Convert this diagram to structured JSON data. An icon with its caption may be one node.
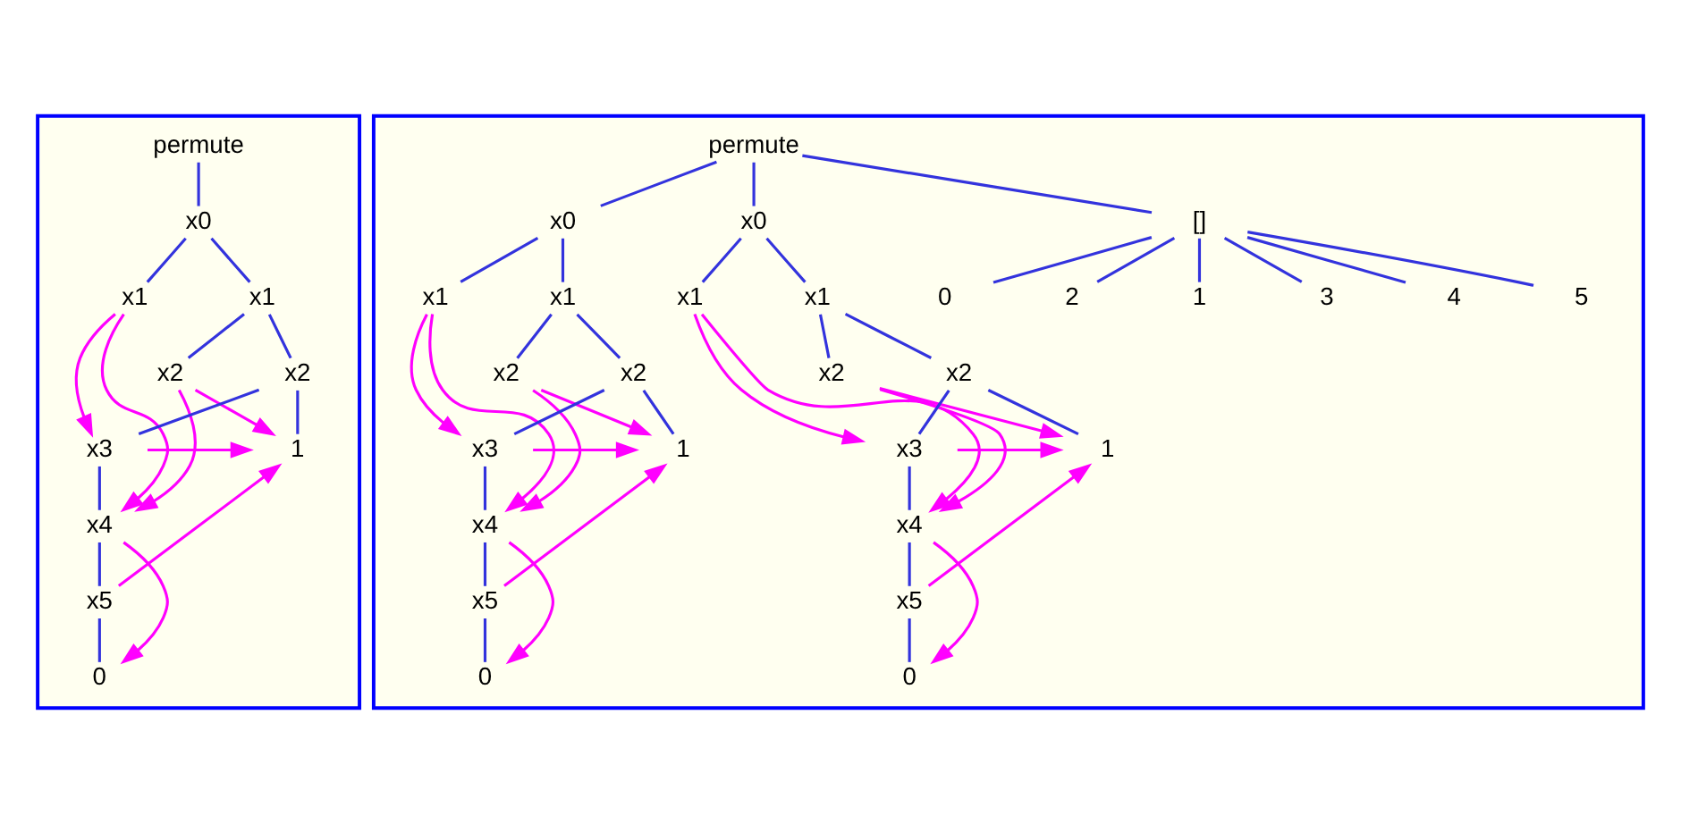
{
  "diagram": {
    "nodes": [
      {
        "text": [],
        "shape": "box"
      },
      {
        "text": [
          "permute"
        ],
        "in": 0
      },
      {
        "text": [
          "x0"
        ],
        "in": 0
      },
      {
        "text": [
          "x1"
        ],
        "in": 0
      },
      {
        "text": [
          "x1"
        ],
        "in": 0
      },
      {
        "text": [
          "x2"
        ],
        "in": 0
      },
      {
        "text": [
          "x2"
        ],
        "in": 0
      },
      {
        "text": [
          "x3"
        ],
        "in": 0
      },
      {
        "text": [
          "1"
        ],
        "in": 0
      },
      {
        "text": [
          "x4"
        ],
        "in": 0
      },
      {
        "text": [
          "x5"
        ],
        "in": 0
      },
      {
        "text": [
          "0"
        ],
        "in": 0
      },
      {
        "text": [],
        "shape": "box"
      },
      {
        "text": [
          "permute"
        ],
        "in": 12
      },
      {
        "text": [
          "x0"
        ],
        "in": 12
      },
      {
        "text": [
          "x1"
        ],
        "in": 12
      },
      {
        "text": [
          "x1"
        ],
        "in": 12
      },
      {
        "text": [
          "x2"
        ],
        "in": 12
      },
      {
        "text": [
          "x2"
        ],
        "in": 12
      },
      {
        "text": [
          "x3"
        ],
        "in": 12
      },
      {
        "text": [
          "1"
        ],
        "in": 12
      },
      {
        "text": [
          "x4"
        ],
        "in": 12
      },
      {
        "text": [
          "x5"
        ],
        "in": 12
      },
      {
        "text": [
          "0"
        ],
        "in": 12
      },
      {
        "text": [
          "x0"
        ],
        "in": 12
      },
      {
        "text": [
          "x1"
        ],
        "in": 12
      },
      {
        "text": [
          "x1"
        ],
        "in": 12
      },
      {
        "text": [
          "x2"
        ],
        "in": 12
      },
      {
        "text": [
          "x2"
        ],
        "in": 12
      },
      {
        "text": [
          "x3"
        ],
        "in": 12
      },
      {
        "text": [
          "1"
        ],
        "in": 12
      },
      {
        "text": [
          "x4"
        ],
        "in": 12
      },
      {
        "text": [
          "x5"
        ],
        "in": 12
      },
      {
        "text": [
          "0"
        ],
        "in": 12
      },
      {
        "text": [
          "[]"
        ],
        "in": 12
      },
      {
        "text": [
          "0"
        ],
        "in": 12
      },
      {
        "text": [
          "2"
        ],
        "in": 12
      },
      {
        "text": [
          "1"
        ],
        "in": 12
      },
      {
        "text": [
          "3"
        ],
        "in": 12
      },
      {
        "text": [
          "4"
        ],
        "in": 12
      },
      {
        "text": [
          "5"
        ],
        "in": 12
      }
    ],
    "edges": [
      {
        "from": 1,
        "to": 2,
        "arrow": "none"
      },
      {
        "from": 2,
        "to": 3,
        "arrow": "none"
      },
      {
        "from": 2,
        "to": 4,
        "arrow": "none"
      },
      {
        "from": 4,
        "to": 5,
        "arrow": "none"
      },
      {
        "from": 4,
        "to": 6,
        "arrow": "none"
      },
      {
        "from": 6,
        "to": 7,
        "arrow": "none"
      },
      {
        "from": 6,
        "to": 8,
        "arrow": "none"
      },
      {
        "from": 7,
        "to": 9,
        "arrow": "none"
      },
      {
        "from": 9,
        "to": 10,
        "arrow": "none"
      },
      {
        "from": 10,
        "to": 11,
        "arrow": "none"
      },
      {
        "from": 3,
        "to": 7,
        "arrow": "to",
        "color": "#ff00ff"
      },
      {
        "from": 3,
        "to": 9,
        "arrow": "to",
        "color": "#ff00ff"
      },
      {
        "from": 5,
        "to": 9,
        "arrow": "to",
        "color": "#ff00ff"
      },
      {
        "from": 5,
        "to": 8,
        "arrow": "to",
        "color": "#ff00ff"
      },
      {
        "from": 7,
        "to": 8,
        "arrow": "to",
        "color": "#ff00ff"
      },
      {
        "from": 9,
        "to": 11,
        "arrow": "to",
        "color": "#ff00ff"
      },
      {
        "from": 10,
        "to": 8,
        "arrow": "to",
        "color": "#ff00ff"
      },
      {
        "from": 13,
        "to": 14,
        "arrow": "none"
      },
      {
        "from": 13,
        "to": 24,
        "arrow": "none"
      },
      {
        "from": 13,
        "to": 34,
        "arrow": "none"
      },
      {
        "from": 14,
        "to": 15,
        "arrow": "none"
      },
      {
        "from": 14,
        "to": 16,
        "arrow": "none"
      },
      {
        "from": 16,
        "to": 17,
        "arrow": "none"
      },
      {
        "from": 16,
        "to": 18,
        "arrow": "none"
      },
      {
        "from": 18,
        "to": 19,
        "arrow": "none"
      },
      {
        "from": 18,
        "to": 20,
        "arrow": "none"
      },
      {
        "from": 19,
        "to": 21,
        "arrow": "none"
      },
      {
        "from": 21,
        "to": 22,
        "arrow": "none"
      },
      {
        "from": 22,
        "to": 23,
        "arrow": "none"
      },
      {
        "from": 15,
        "to": 19,
        "arrow": "to",
        "color": "#ff00ff"
      },
      {
        "from": 15,
        "to": 21,
        "arrow": "to",
        "color": "#ff00ff"
      },
      {
        "from": 17,
        "to": 21,
        "arrow": "to",
        "color": "#ff00ff"
      },
      {
        "from": 17,
        "to": 20,
        "arrow": "to",
        "color": "#ff00ff"
      },
      {
        "from": 19,
        "to": 20,
        "arrow": "to",
        "color": "#ff00ff"
      },
      {
        "from": 21,
        "to": 23,
        "arrow": "to",
        "color": "#ff00ff"
      },
      {
        "from": 22,
        "to": 20,
        "arrow": "to",
        "color": "#ff00ff"
      },
      {
        "from": 24,
        "to": 25,
        "arrow": "none"
      },
      {
        "from": 24,
        "to": 26,
        "arrow": "none"
      },
      {
        "from": 26,
        "to": 27,
        "arrow": "none"
      },
      {
        "from": 26,
        "to": 28,
        "arrow": "none"
      },
      {
        "from": 28,
        "to": 29,
        "arrow": "none"
      },
      {
        "from": 28,
        "to": 30,
        "arrow": "none"
      },
      {
        "from": 29,
        "to": 31,
        "arrow": "none"
      },
      {
        "from": 31,
        "to": 32,
        "arrow": "none"
      },
      {
        "from": 32,
        "to": 33,
        "arrow": "none"
      },
      {
        "from": 25,
        "to": 29,
        "arrow": "to",
        "color": "#ff00ff"
      },
      {
        "from": 25,
        "to": 31,
        "arrow": "to",
        "color": "#ff00ff"
      },
      {
        "from": 27,
        "to": 31,
        "arrow": "to",
        "color": "#ff00ff"
      },
      {
        "from": 27,
        "to": 30,
        "arrow": "to",
        "color": "#ff00ff"
      },
      {
        "from": 29,
        "to": 30,
        "arrow": "to",
        "color": "#ff00ff"
      },
      {
        "from": 31,
        "to": 33,
        "arrow": "to",
        "color": "#ff00ff"
      },
      {
        "from": 32,
        "to": 30,
        "arrow": "to",
        "color": "#ff00ff"
      },
      {
        "from": 34,
        "to": 35,
        "arrow": "none"
      },
      {
        "from": 34,
        "to": 36,
        "arrow": "none"
      },
      {
        "from": 34,
        "to": 37,
        "arrow": "none"
      },
      {
        "from": 34,
        "to": 38,
        "arrow": "none"
      },
      {
        "from": 34,
        "to": 39,
        "arrow": "none"
      },
      {
        "from": 34,
        "to": 40,
        "arrow": "none"
      }
    ]
  }
}
